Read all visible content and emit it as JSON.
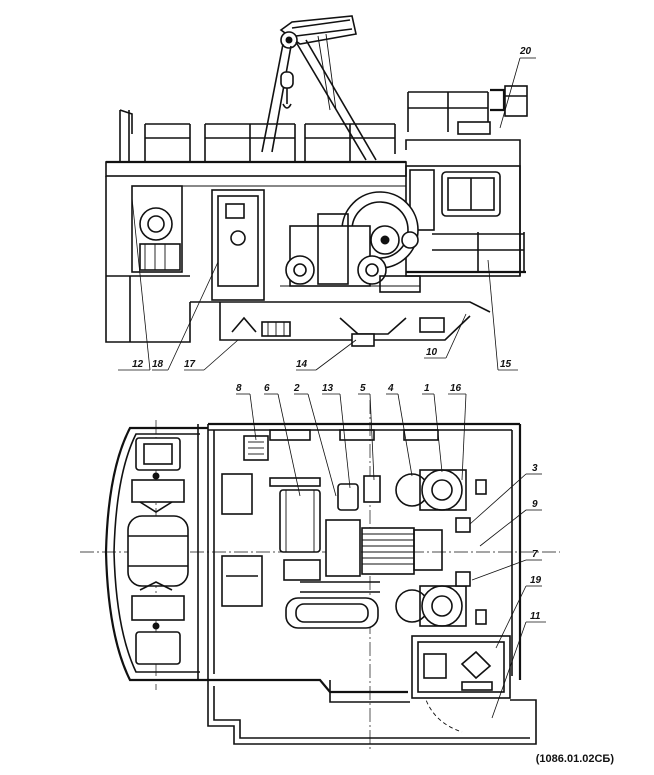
{
  "drawing_code": "(1086.01.02СБ)",
  "side_view_callouts": [
    "20",
    "12",
    "18",
    "17",
    "14",
    "10",
    "15"
  ],
  "plan_view_callouts": [
    "8",
    "6",
    "2",
    "13",
    "5",
    "4",
    "1",
    "16",
    "3",
    "9",
    "7",
    "19",
    "11"
  ]
}
